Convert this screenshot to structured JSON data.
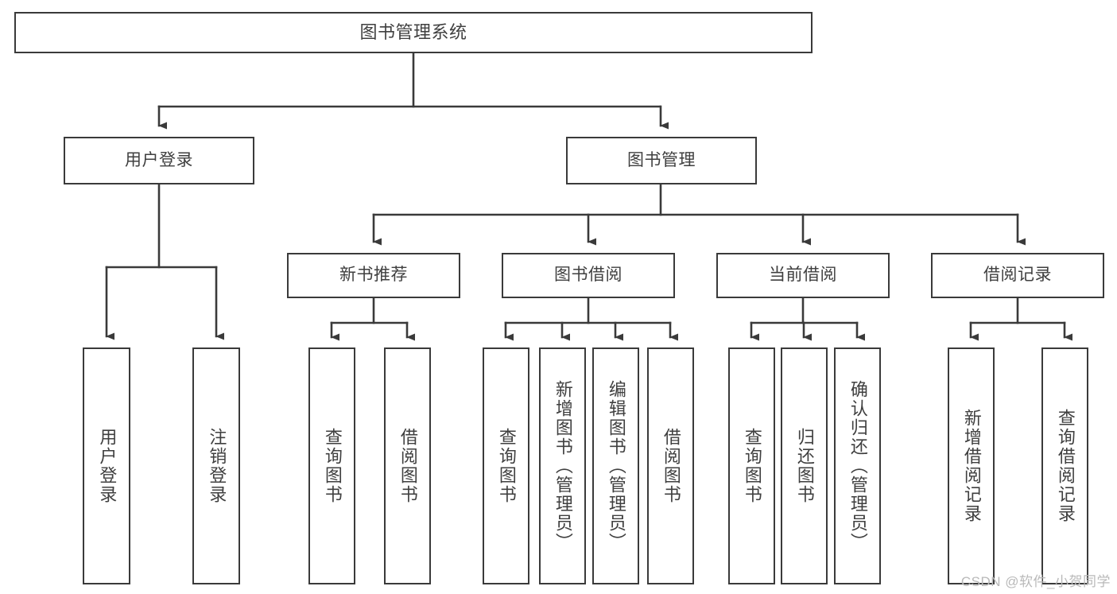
{
  "diagram": {
    "title": "图书管理系统",
    "type": "tree",
    "watermark": "CSDN @软件_小贺同学",
    "colors": {
      "stroke": "#3a3a3a",
      "text": "#3f3f3f",
      "background": "#ffffff",
      "watermark": "#b9b9b9"
    },
    "root": {
      "label": "图书管理系统"
    },
    "level2": [
      {
        "label": "用户登录"
      },
      {
        "label": "图书管理"
      }
    ],
    "level3": [
      {
        "label": "新书推荐"
      },
      {
        "label": "图书借阅"
      },
      {
        "label": "当前借阅"
      },
      {
        "label": "借阅记录"
      }
    ],
    "leaves": {
      "user_login": [
        {
          "label": "用户登录"
        },
        {
          "label": "注销登录"
        }
      ],
      "new_book_recommend": [
        {
          "label": "查询图书"
        },
        {
          "label": "借阅图书"
        }
      ],
      "book_borrow": [
        {
          "label": "查询图书"
        },
        {
          "label": "新增图书（管理员）"
        },
        {
          "label": "编辑图书（管理员）"
        },
        {
          "label": "借阅图书"
        }
      ],
      "current_borrow": [
        {
          "label": "查询图书"
        },
        {
          "label": "归还图书"
        },
        {
          "label": "确认归还（管理员）"
        }
      ],
      "borrow_record": [
        {
          "label": "新增借阅记录"
        },
        {
          "label": "查询借阅记录"
        }
      ]
    }
  }
}
